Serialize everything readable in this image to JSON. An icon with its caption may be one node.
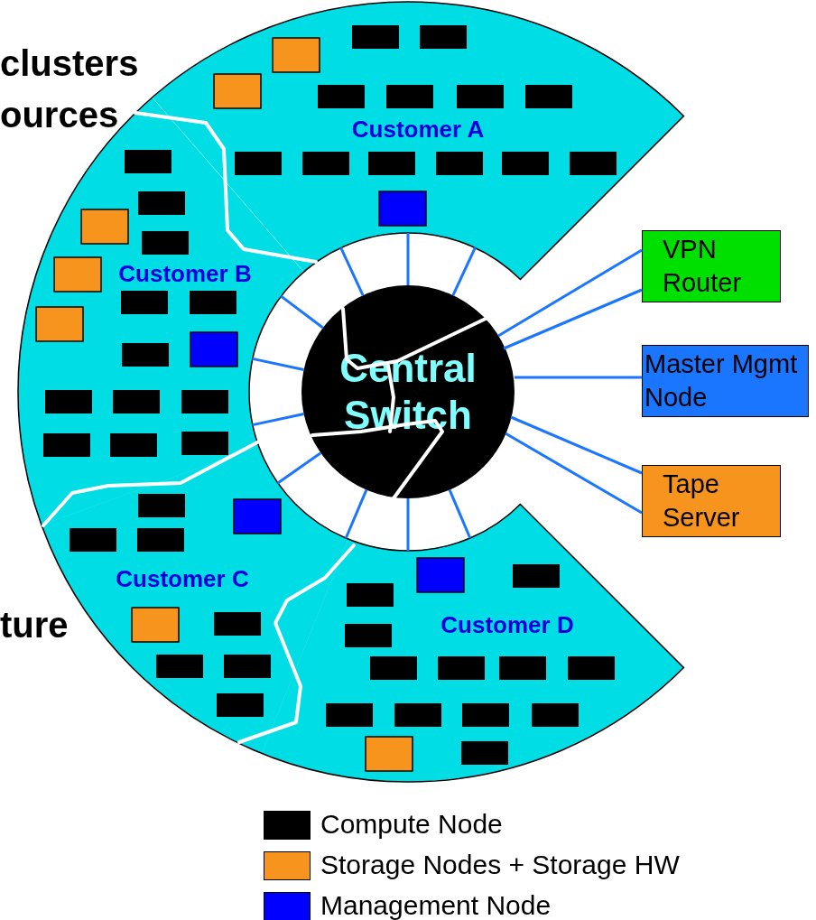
{
  "diagram": {
    "nodes": [
      {
        "text": [
          "Central Switch"
        ]
      },
      {
        "text": [
          "Customer A"
        ]
      },
      {
        "text": [
          "Customer B"
        ]
      },
      {
        "text": [
          "Customer C"
        ]
      },
      {
        "text": [
          "Customer D"
        ]
      },
      {
        "text": [
          "VPN Router"
        ]
      },
      {
        "text": [
          "Master Mgmt Node"
        ]
      },
      {
        "text": [
          "Tape Server"
        ]
      }
    ],
    "edges": [
      {
        "from": 0,
        "to": 1,
        "arrow": "none"
      },
      {
        "from": 0,
        "to": 1,
        "arrow": "none"
      },
      {
        "from": 0,
        "to": 1,
        "arrow": "none"
      },
      {
        "from": 0,
        "to": 2,
        "arrow": "none"
      },
      {
        "from": 0,
        "to": 2,
        "arrow": "none"
      },
      {
        "from": 0,
        "to": 2,
        "arrow": "none"
      },
      {
        "from": 0,
        "to": 3,
        "arrow": "none"
      },
      {
        "from": 0,
        "to": 3,
        "arrow": "none"
      },
      {
        "from": 0,
        "to": 4,
        "arrow": "none"
      },
      {
        "from": 0,
        "to": 4,
        "arrow": "none"
      },
      {
        "from": 0,
        "to": 5,
        "arrow": "none"
      },
      {
        "from": 0,
        "to": 5,
        "arrow": "none"
      },
      {
        "from": 0,
        "to": 6,
        "arrow": "none"
      },
      {
        "from": 0,
        "to": 7,
        "arrow": "none"
      },
      {
        "from": 0,
        "to": 7,
        "arrow": "none"
      }
    ],
    "labels": [
      "clusters",
      "ources",
      "ture"
    ],
    "legend": [
      {
        "text": "Compute Node",
        "color": "#000000"
      },
      {
        "text": "Storage Nodes + Storage HW",
        "color": "#f7941d"
      },
      {
        "text": "Management Node",
        "color": "#0000ff"
      }
    ]
  }
}
